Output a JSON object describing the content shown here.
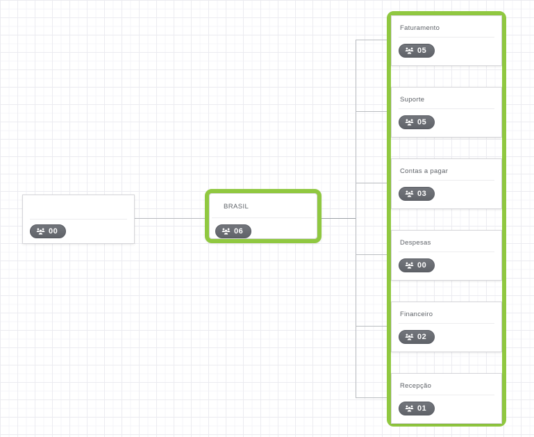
{
  "app": {
    "view": "organogram-canvas",
    "accent_green": "#90c840",
    "badge_color": "#63666c",
    "connector_color": "#b9bcc0"
  },
  "nodes": {
    "root": {
      "title": "",
      "count": "00"
    },
    "parent": {
      "title": "BRASIL",
      "count": "06",
      "selected": true
    },
    "children": [
      {
        "title": "Faturamento",
        "count": "05"
      },
      {
        "title": "Suporte",
        "count": "05"
      },
      {
        "title": "Contas a pagar",
        "count": "03"
      },
      {
        "title": "Despesas",
        "count": "00"
      },
      {
        "title": "Financeiro",
        "count": "02"
      },
      {
        "title": "Recepção",
        "count": "01"
      }
    ]
  },
  "icons": {
    "badge_icon": "users-group-icon"
  }
}
